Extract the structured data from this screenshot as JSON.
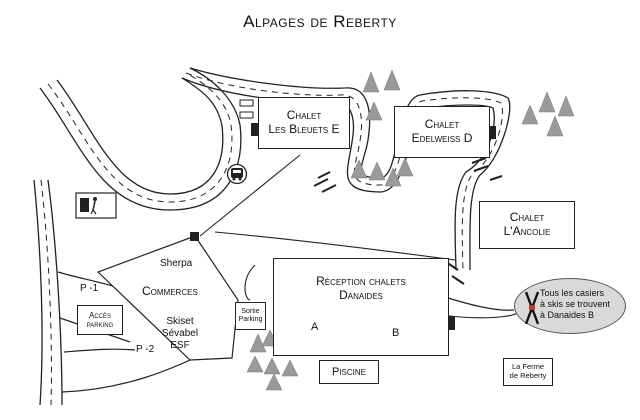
{
  "title": "Alpages de Reberty",
  "chalets": {
    "bleuets": {
      "line1": "Chalet",
      "line2": "Les Bleuets E"
    },
    "edelweiss": {
      "line1": "Chalet",
      "line2": "Edelweiss D"
    },
    "ancolie": {
      "line1": "Chalet",
      "line2": "L'Ancolie"
    }
  },
  "reception": {
    "line1": "Réception chalets",
    "line2": "Danaides",
    "zone_a": "A",
    "zone_b": "B"
  },
  "commerces": {
    "label": "Commerces",
    "shop1": "Sherpa",
    "shop2": "Skiset",
    "shop3": "Sévabel",
    "shop4": "ESF"
  },
  "parking": {
    "access_line1": "Accès",
    "access_line2": "parking",
    "p1": "P -1",
    "p2": "P -2",
    "exit_line1": "Sortie",
    "exit_line2": "Parking"
  },
  "piscine": "Piscine",
  "ferme": {
    "line1": "La Ferme",
    "line2": "de Reberty"
  },
  "callout": {
    "line1": "Tous les casiers",
    "line2": "à skis se trouvent",
    "line3": "à Danaides B"
  },
  "colors": {
    "ink": "#222222",
    "tree": "#9a9a9a",
    "callout_bg": "#d9d9d9"
  },
  "icons": [
    "trash-bin-icon",
    "bus-stop-icon",
    "skis-icon",
    "tree-icon"
  ]
}
